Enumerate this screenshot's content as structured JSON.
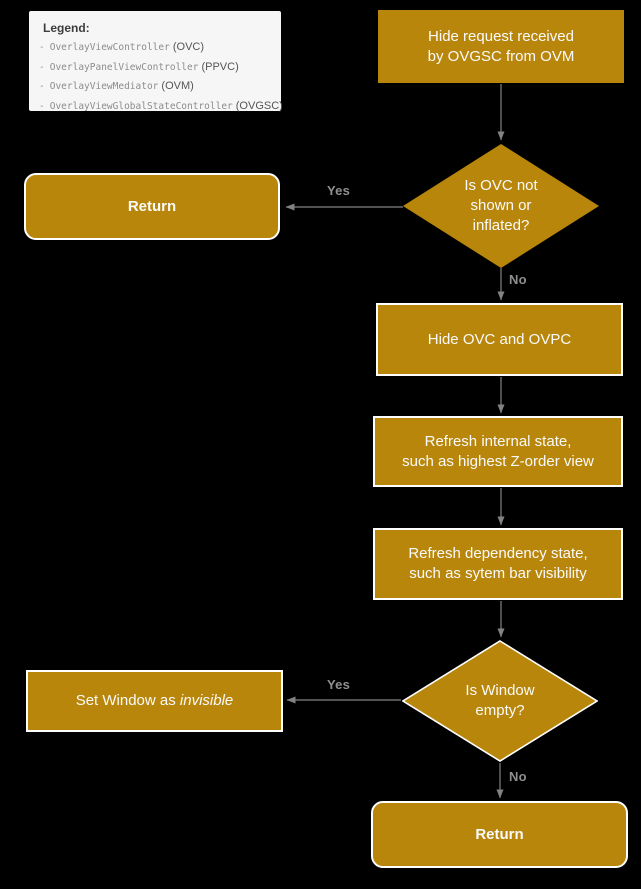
{
  "colors": {
    "node_fill": "#B8860B",
    "node_border": "#FFFFFF",
    "node_text": "#FAFAFA",
    "edge": "#828282",
    "edge_label": "#8F8F8F",
    "background": "#000000",
    "legend_background": "#F6F6F6",
    "legend_title": "#3D3D3D",
    "legend_mono_text": "#8C8C8C",
    "legend_abbr_text": "#555555"
  },
  "legend": {
    "title": "Legend:",
    "items": [
      {
        "bullet": "-",
        "name": "OverlayViewController",
        "abbr": "(OVC)"
      },
      {
        "bullet": "-",
        "name": "OverlayPanelViewController",
        "abbr": "(PPVC)"
      },
      {
        "bullet": "-",
        "name": "OverlayViewMediator",
        "abbr": "(OVM)"
      },
      {
        "bullet": "-",
        "name": "OverlayViewGlobalStateController",
        "abbr": "(OVGSC)"
      }
    ]
  },
  "nodes": {
    "start": {
      "line1": "Hide request received",
      "line2": "by OVGSC from OVM"
    },
    "decision1": {
      "line1": "Is OVC not",
      "line2": "shown or",
      "line3": "inflated?"
    },
    "return_top": {
      "label": "Return"
    },
    "hide_ovc": {
      "line1": "Hide OVC and OVPC"
    },
    "refresh_internal": {
      "line1": "Refresh internal state,",
      "line2": "such as highest Z-order view"
    },
    "refresh_dependency": {
      "line1": "Refresh dependency state,",
      "line2": "such as sytem bar visibility"
    },
    "decision2": {
      "line1": "Is Window",
      "line2": "empty?"
    },
    "set_window": {
      "prefix": "Set Window as ",
      "emphasis": "invisible"
    },
    "return_bottom": {
      "label": "Return"
    }
  },
  "edge_labels": {
    "decision1_yes": "Yes",
    "decision1_no": "No",
    "decision2_yes": "Yes",
    "decision2_no": "No"
  }
}
